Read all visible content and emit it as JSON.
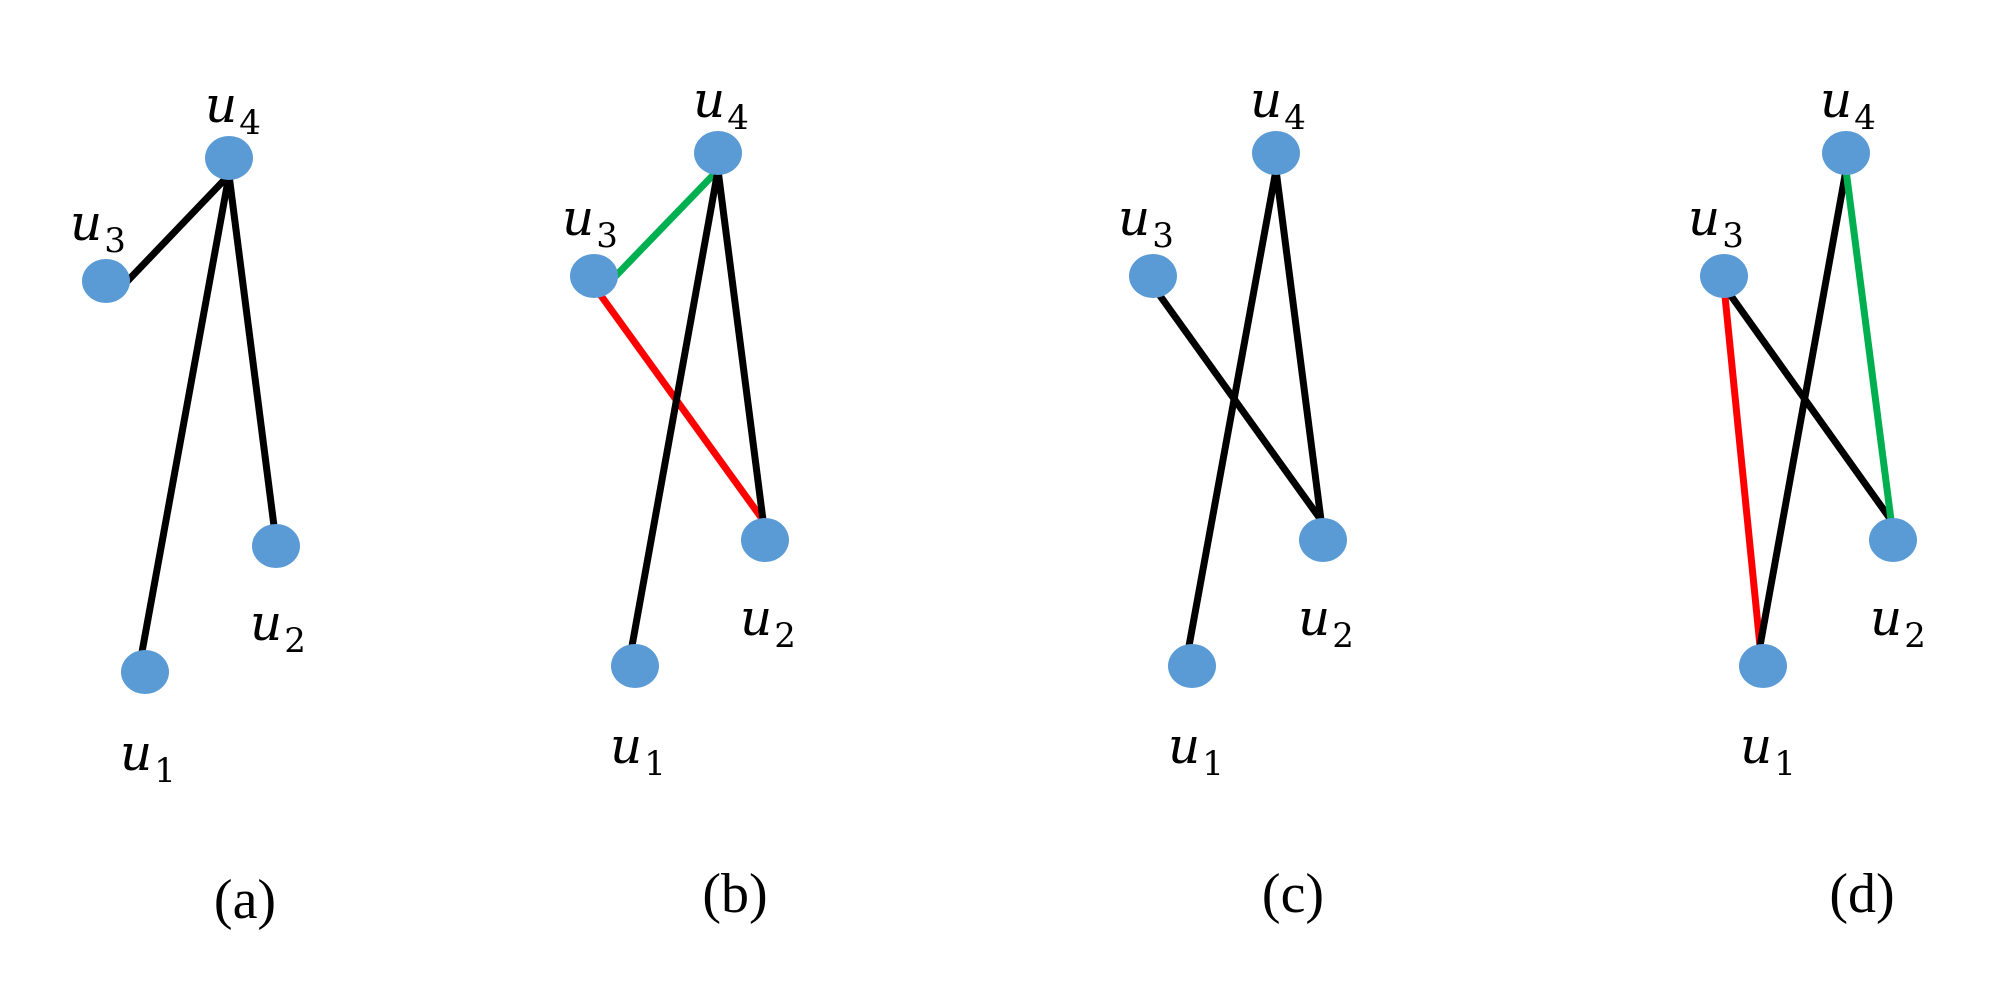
{
  "panels": [
    {
      "caption": "(a)",
      "nodes": [
        {
          "id": "u1",
          "base": "u",
          "sub": "1"
        },
        {
          "id": "u2",
          "base": "u",
          "sub": "2"
        },
        {
          "id": "u3",
          "base": "u",
          "sub": "3"
        },
        {
          "id": "u4",
          "base": "u",
          "sub": "4"
        }
      ],
      "edges": [
        {
          "from": "u3",
          "to": "u4",
          "color": "#000000"
        },
        {
          "from": "u4",
          "to": "u1",
          "color": "#000000"
        },
        {
          "from": "u4",
          "to": "u2",
          "color": "#000000"
        }
      ]
    },
    {
      "caption": "(b)",
      "nodes": [
        {
          "id": "u1",
          "base": "u",
          "sub": "1"
        },
        {
          "id": "u2",
          "base": "u",
          "sub": "2"
        },
        {
          "id": "u3",
          "base": "u",
          "sub": "3"
        },
        {
          "id": "u4",
          "base": "u",
          "sub": "4"
        }
      ],
      "edges": [
        {
          "from": "u3",
          "to": "u4",
          "color": "#00b050"
        },
        {
          "from": "u3",
          "to": "u2",
          "color": "#ff0000"
        },
        {
          "from": "u4",
          "to": "u1",
          "color": "#000000"
        },
        {
          "from": "u4",
          "to": "u2",
          "color": "#000000"
        }
      ]
    },
    {
      "caption": "(c)",
      "nodes": [
        {
          "id": "u1",
          "base": "u",
          "sub": "1"
        },
        {
          "id": "u2",
          "base": "u",
          "sub": "2"
        },
        {
          "id": "u3",
          "base": "u",
          "sub": "3"
        },
        {
          "id": "u4",
          "base": "u",
          "sub": "4"
        }
      ],
      "edges": [
        {
          "from": "u3",
          "to": "u2",
          "color": "#000000"
        },
        {
          "from": "u4",
          "to": "u1",
          "color": "#000000"
        },
        {
          "from": "u4",
          "to": "u2",
          "color": "#000000"
        }
      ]
    },
    {
      "caption": "(d)",
      "nodes": [
        {
          "id": "u1",
          "base": "u",
          "sub": "1"
        },
        {
          "id": "u2",
          "base": "u",
          "sub": "2"
        },
        {
          "id": "u3",
          "base": "u",
          "sub": "3"
        },
        {
          "id": "u4",
          "base": "u",
          "sub": "4"
        }
      ],
      "edges": [
        {
          "from": "u3",
          "to": "u1",
          "color": "#ff0000"
        },
        {
          "from": "u3",
          "to": "u2",
          "color": "#000000"
        },
        {
          "from": "u4",
          "to": "u1",
          "color": "#000000"
        },
        {
          "from": "u4",
          "to": "u2",
          "color": "#00b050"
        }
      ]
    }
  ],
  "colors": {
    "node": "#5b9bd5",
    "edge_default": "#000000",
    "edge_red": "#ff0000",
    "edge_green": "#00b050"
  }
}
